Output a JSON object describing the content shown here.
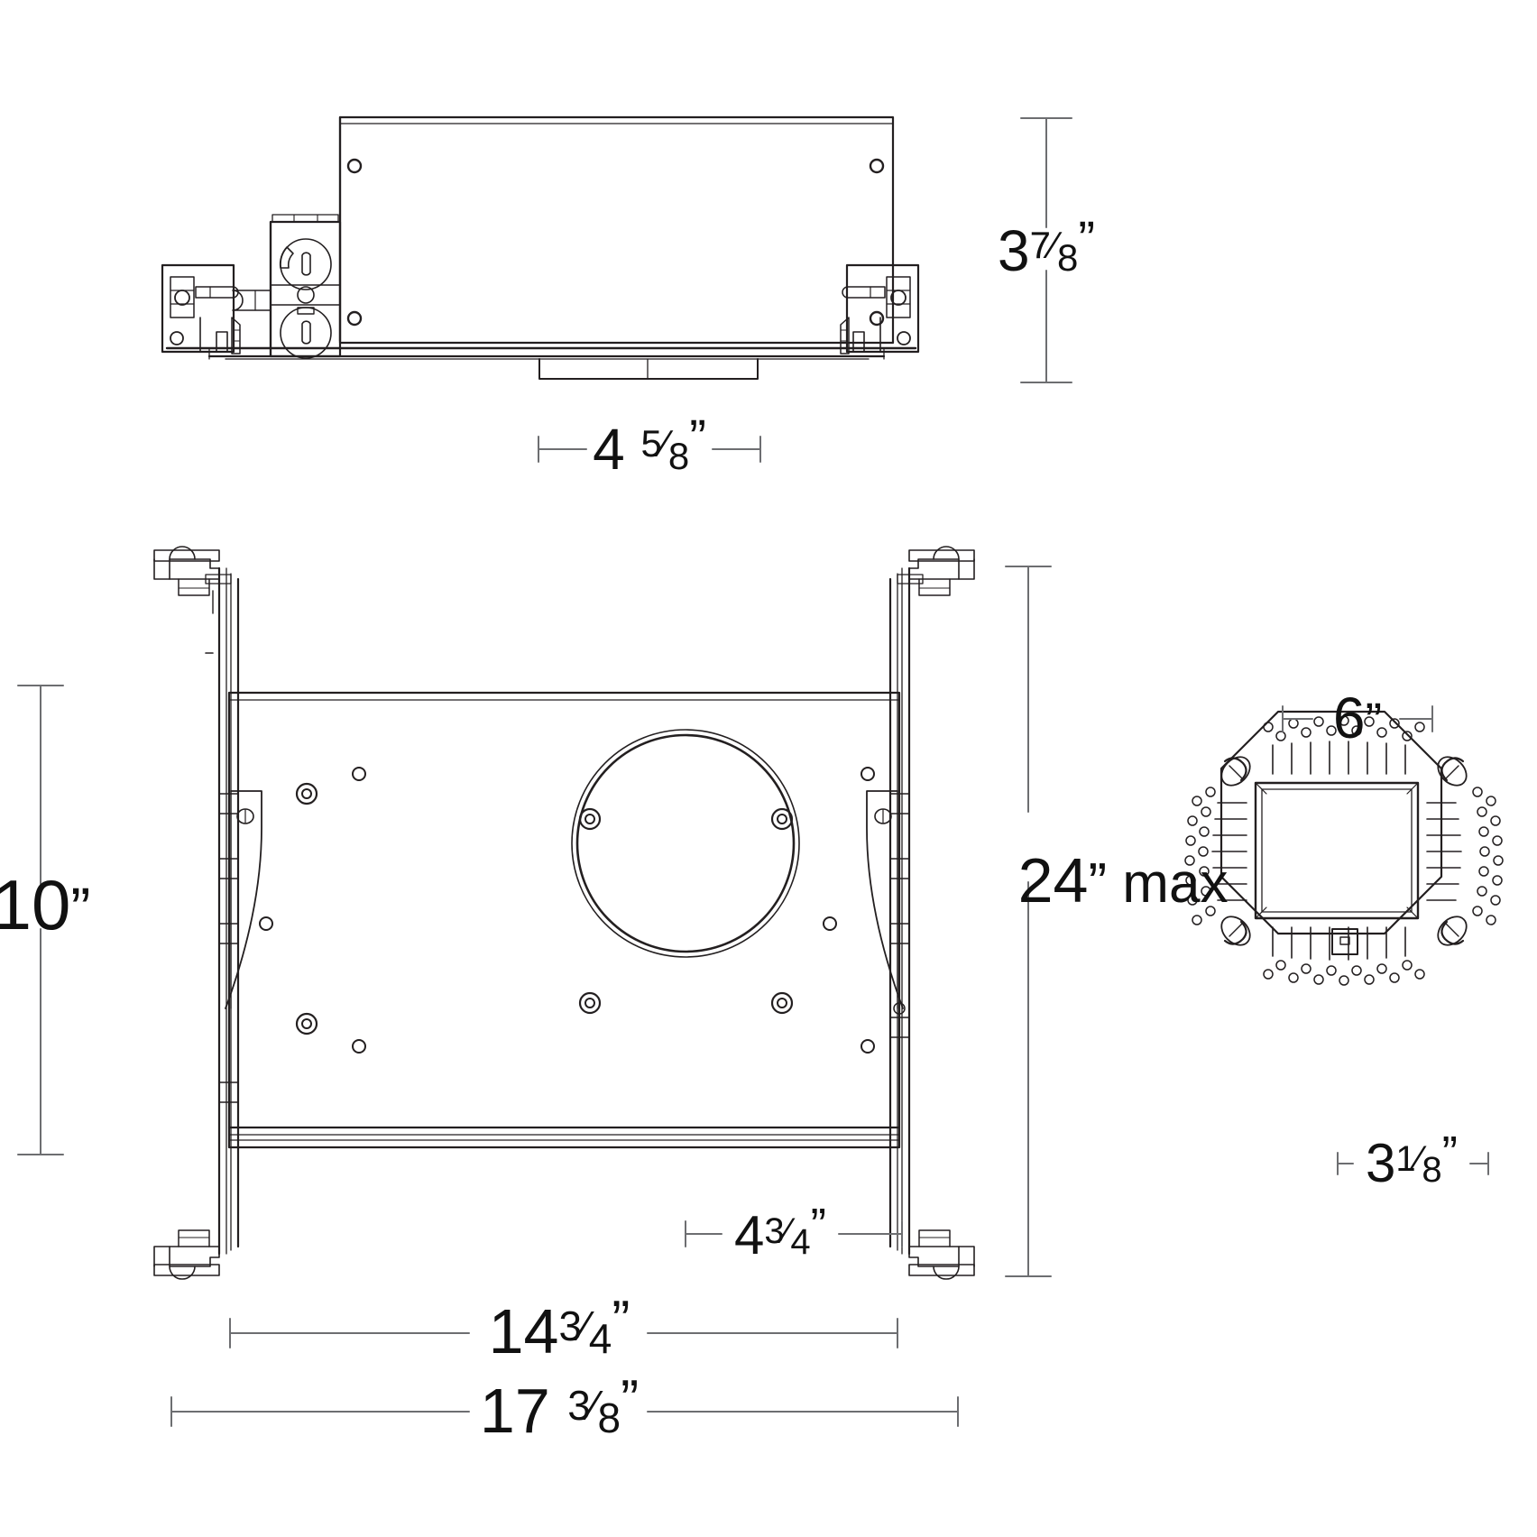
{
  "drawing": {
    "type": "technical-dimension-drawing",
    "subject": "Recessed lighting housing / new construction frame-in kit",
    "units": "inches",
    "line_color": "#231f20",
    "background_color": "#ffffff"
  },
  "views": {
    "side_elevation": {
      "name": "side-elevation-view",
      "label": ""
    },
    "plan": {
      "name": "plan-bottom-view",
      "label": ""
    },
    "trim_detail": {
      "name": "trim-plate-detail-view",
      "label": ""
    }
  },
  "dimensions": {
    "housing_height": {
      "whole": "3",
      "num": "7",
      "den": "8",
      "unit": "”",
      "orientation": "vertical",
      "value": 3.875
    },
    "housing_depth": {
      "whole": "4",
      "num": "5",
      "den": "8",
      "unit": "”",
      "orientation": "horizontal",
      "value": 4.625
    },
    "frame_height": {
      "whole": "10",
      "num": "",
      "den": "",
      "unit": "”",
      "orientation": "vertical",
      "value": 10
    },
    "bar_span_max": {
      "whole": "24",
      "num": "",
      "den": "",
      "unit": "” max",
      "orientation": "vertical",
      "value": 24
    },
    "inner_offset": {
      "whole": "4",
      "num": "3",
      "den": "4",
      "unit": "”",
      "orientation": "horizontal",
      "value": 4.75
    },
    "plate_width": {
      "whole": "14",
      "num": "3",
      "den": "4",
      "unit": "”",
      "orientation": "horizontal",
      "value": 14.75
    },
    "overall_width": {
      "whole": "17",
      "num": "3",
      "den": "8",
      "unit": "”",
      "orientation": "horizontal",
      "value": 17.375
    },
    "trim_width": {
      "whole": "6",
      "num": "",
      "den": "",
      "unit": "”",
      "orientation": "horizontal",
      "value": 6
    },
    "trim_aperture": {
      "whole": "3",
      "num": "1",
      "den": "8",
      "unit": "”",
      "orientation": "horizontal",
      "value": 3.125
    }
  }
}
